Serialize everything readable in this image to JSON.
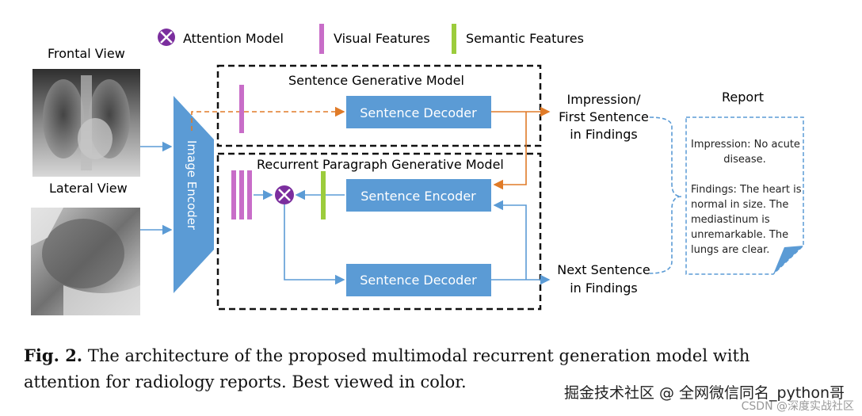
{
  "legend": {
    "attention": "Attention Model",
    "visual": "Visual Features",
    "semantic": "Semantic Features"
  },
  "views": {
    "frontal": "Frontal View",
    "lateral": "Lateral View"
  },
  "encoder": "Image Encoder",
  "sentence_model": {
    "title": "Sentence Generative Model",
    "decoder": "Sentence Decoder"
  },
  "paragraph_model": {
    "title": "Recurrent Paragraph Generative Model",
    "encoder": "Sentence Encoder",
    "decoder": "Sentence Decoder"
  },
  "outputs": {
    "impression_line1": "Impression/",
    "impression_line2": "First Sentence",
    "impression_line3": "in Findings",
    "next_line1": "Next Sentence",
    "next_line2": "in Findings"
  },
  "report": {
    "title": "Report",
    "lines": [
      "Impression: No acute",
      "disease.",
      "",
      "Findings: The heart is",
      "normal in size. The",
      "mediastinum is",
      "unremarkable. The",
      "lungs are clear."
    ]
  },
  "caption": {
    "label": "Fig. 2.",
    "text": "The architecture of the proposed multimodal recurrent generation model with attention for radiology reports. Best viewed in color."
  },
  "watermark": "掘金技术社区 @ 全网微信同名_python哥",
  "watermark_csdn": "CSDN @深度实战社区",
  "colors": {
    "box": "#5b9bd5",
    "arrow_blue": "#5b9bd5",
    "arrow_orange": "#e07b28",
    "visual": "#c86dc8",
    "semantic": "#9ccc3c",
    "attention": "#7b2e9e"
  }
}
